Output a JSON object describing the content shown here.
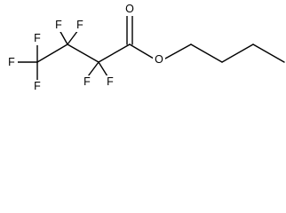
{
  "molecule": {
    "atoms": {
      "f_left": "F",
      "f_top_left": "F",
      "f_bottom_left": "F",
      "f_top_a": "F",
      "f_top_b": "F",
      "f_bottom_a": "F",
      "f_bottom_b": "F",
      "o_carbonyl": "O",
      "o_ester": "O"
    },
    "colors": {
      "ink": "#000000",
      "background": "#ffffff"
    }
  }
}
